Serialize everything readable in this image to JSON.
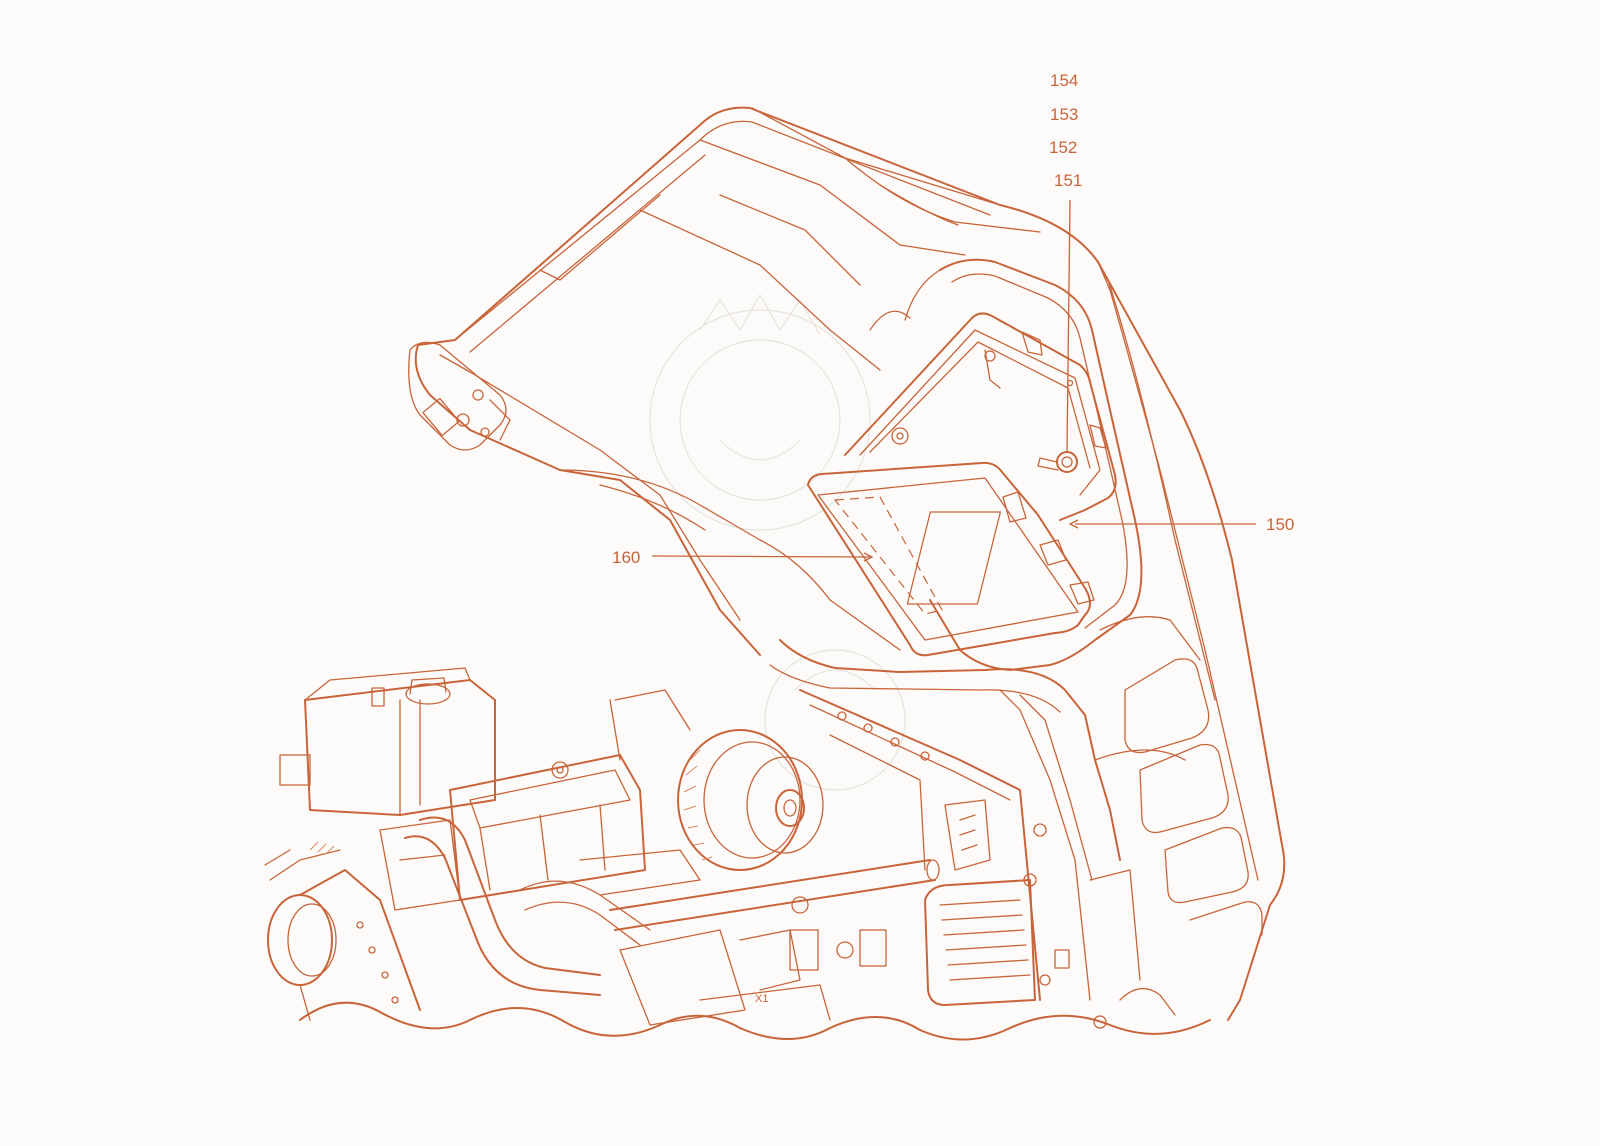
{
  "figure": {
    "labels": {
      "r154": "154",
      "r153": "153",
      "r152": "152",
      "r151": "151",
      "r150": "150",
      "r160": "160",
      "x1": "X1"
    },
    "colors": {
      "line": "#c8643a",
      "background": "#fcfbf9",
      "watermark": "#e7e3dd"
    }
  }
}
